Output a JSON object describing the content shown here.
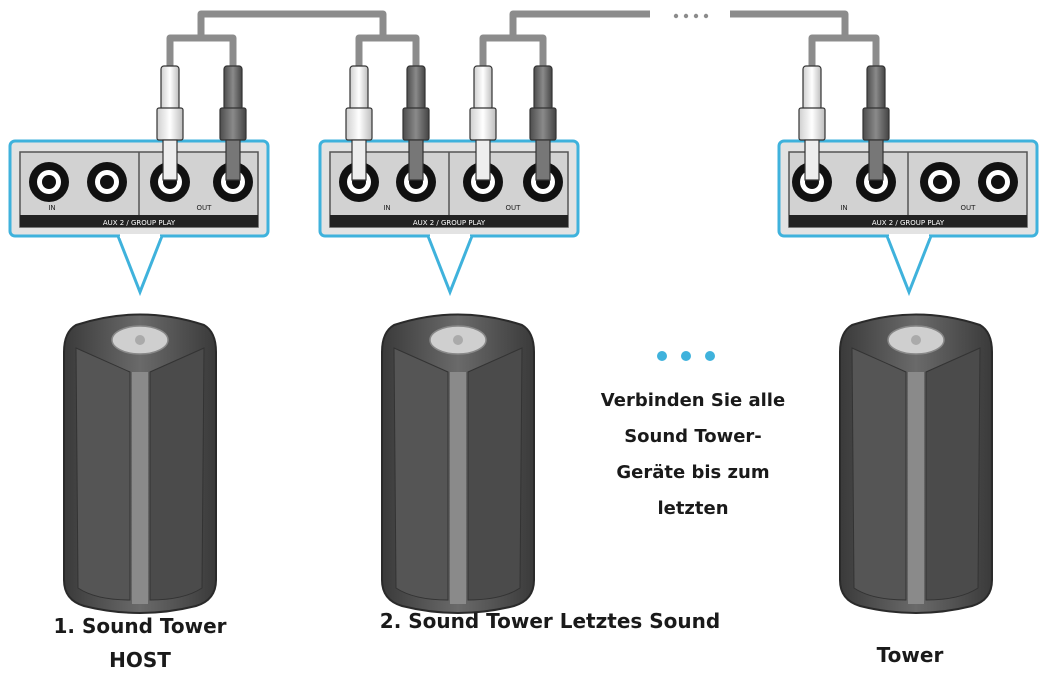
{
  "panel_label": "AUX 2 / GROUP PLAY",
  "port_in_label": "IN",
  "port_out_label": "OUT",
  "instruction_lines": [
    "Verbinden Sie alle",
    "Sound Tower-",
    "Geräte bis zum",
    "letzten"
  ],
  "speaker_labels": {
    "first_line1": "1. Sound Tower",
    "first_line2": "HOST",
    "second": "2. Sound Tower Letztes Sound",
    "last": "Tower"
  },
  "colors": {
    "panel_border": "#3fb2dc",
    "dots": "#3fb2dc",
    "cable": "#8c8c8c",
    "speaker_body": "#4a4a4a"
  }
}
